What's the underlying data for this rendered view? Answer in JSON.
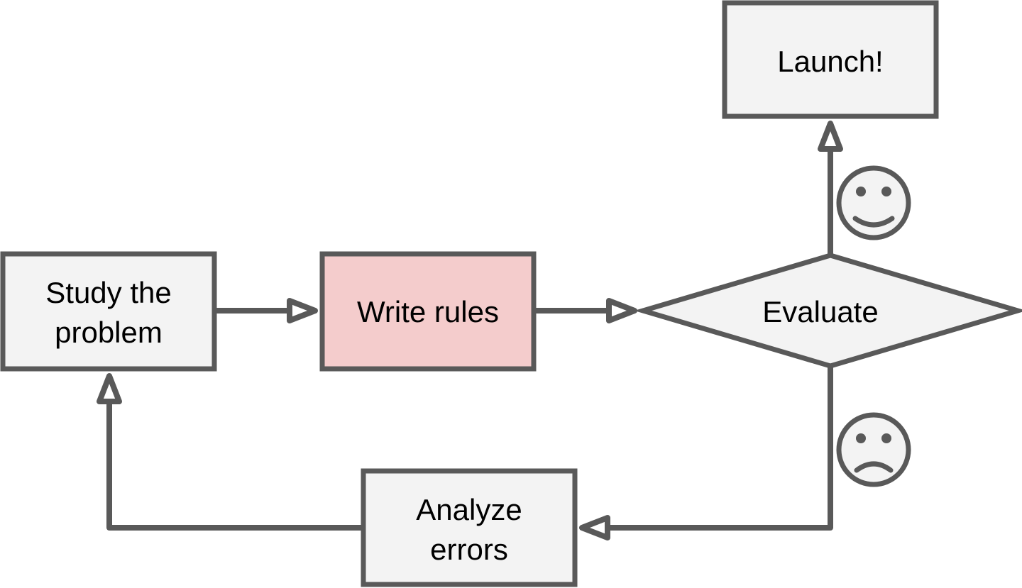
{
  "colors": {
    "stroke": "#595959",
    "node_fill": "#f3f3f3",
    "highlight_fill": "#f4cccc",
    "background": "#ffffff",
    "text": "#000000"
  },
  "nodes": {
    "study": {
      "line1": "Study the",
      "line2": "problem",
      "shape": "rectangle"
    },
    "write": {
      "label": "Write rules",
      "shape": "rectangle",
      "highlighted": true
    },
    "evaluate": {
      "label": "Evaluate",
      "shape": "diamond"
    },
    "launch": {
      "label": "Launch!",
      "shape": "rectangle"
    },
    "analyze": {
      "line1": "Analyze",
      "line2": "errors",
      "shape": "rectangle"
    }
  },
  "edges": [
    {
      "from": "Study the problem",
      "to": "Write rules"
    },
    {
      "from": "Write rules",
      "to": "Evaluate"
    },
    {
      "from": "Evaluate",
      "to": "Launch!",
      "condition": "happy-face-icon"
    },
    {
      "from": "Evaluate",
      "to": "Analyze errors",
      "condition": "sad-face-icon"
    },
    {
      "from": "Analyze errors",
      "to": "Study the problem"
    }
  ],
  "icons": {
    "success": "happy-face-icon",
    "failure": "sad-face-icon"
  }
}
